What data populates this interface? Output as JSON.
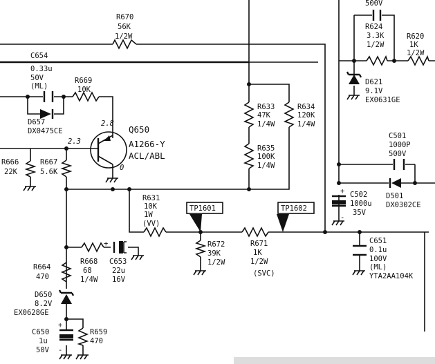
{
  "components": {
    "R670": {
      "ref": "R670",
      "value": "56K",
      "rating": "1/2W"
    },
    "C654": {
      "ref": "C654",
      "value": "0.33u",
      "voltage": "50V",
      "type": "(ML)"
    },
    "R669": {
      "ref": "R669",
      "value": "10K"
    },
    "D657": {
      "ref": "D657",
      "part": "DX0475CE"
    },
    "Q650": {
      "ref": "Q650",
      "part": "A1266-Y",
      "function": "ACL/ABL"
    },
    "R666": {
      "ref": "R666",
      "value": "22K"
    },
    "R667": {
      "ref": "R667",
      "value": "5.6K"
    },
    "R633": {
      "ref": "R633",
      "value": "47K",
      "rating": "1/4W"
    },
    "R634": {
      "ref": "R634",
      "value": "120K",
      "rating": "1/4W"
    },
    "R635": {
      "ref": "R635",
      "value": "100K",
      "rating": "1/4W"
    },
    "R631": {
      "ref": "R631",
      "value": "10K",
      "rating": "1W",
      "note": "(VV)"
    },
    "TP1601": {
      "ref": "TP1601"
    },
    "TP1602": {
      "ref": "TP1602"
    },
    "R672": {
      "ref": "R672",
      "value": "39K",
      "rating": "1/2W"
    },
    "R671": {
      "ref": "R671",
      "value": "1K",
      "rating": "1/2W",
      "note": "(SVC)"
    },
    "R668": {
      "ref": "R668",
      "value": "68",
      "rating": "1/4W"
    },
    "C653": {
      "ref": "C653",
      "value": "22u",
      "voltage": "16V"
    },
    "R664": {
      "ref": "R664",
      "value": "470"
    },
    "D650": {
      "ref": "D650",
      "value": "8.2V",
      "part": "EX0628GE"
    },
    "C650": {
      "ref": "C650",
      "value": "1u",
      "voltage": "50V"
    },
    "R659": {
      "ref": "R659",
      "value": "470"
    },
    "C624": {
      "voltage": "500V"
    },
    "R624": {
      "ref": "R624",
      "value": "3.3K",
      "rating": "1/2W"
    },
    "R620": {
      "ref": "R620",
      "value": "1K",
      "rating": "1/2W"
    },
    "D621": {
      "ref": "D621",
      "value": "9.1V",
      "part": "EX0631GE"
    },
    "C501": {
      "ref": "C501",
      "value": "1000P",
      "voltage": "500V"
    },
    "C502": {
      "ref": "C502",
      "value": "1000u",
      "voltage": "35V"
    },
    "D501": {
      "ref": "D501",
      "part": "DX0302CE"
    },
    "C651": {
      "ref": "C651",
      "value": "0.1u",
      "voltage": "100V",
      "type": "(ML)",
      "part": "YTA2AA104K"
    }
  },
  "voltages": {
    "q650_collector": "2.8",
    "q650_base": "2.3",
    "q650_emitter": "0"
  }
}
